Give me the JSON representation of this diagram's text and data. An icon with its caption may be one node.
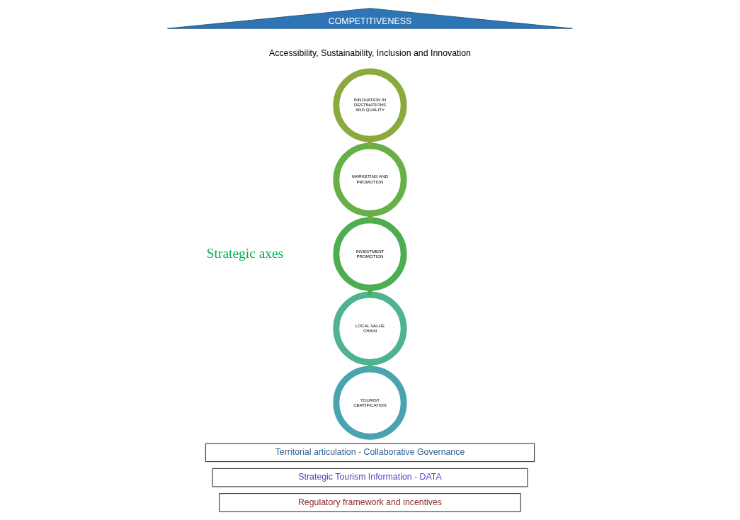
{
  "diagram": {
    "nodes": [
      {
        "text": [
          "COMPETITIVENESS"
        ]
      },
      {
        "text": [
          "INNOVATION IN DESTINATIONS AND QUALITY"
        ]
      },
      {
        "text": [
          "MARKETING AND PROMOTION"
        ]
      },
      {
        "text": [
          "INVESTMENT PROMOTION"
        ]
      },
      {
        "text": [
          "LOCAL VALUE CHAIN"
        ]
      },
      {
        "text": [
          "TOURIST CERTIFICATION"
        ]
      },
      {
        "text": [
          "Territorial articulation - Collaborative Governance"
        ]
      },
      {
        "text": [
          "Strategic Tourism Information - DATA"
        ]
      },
      {
        "text": [
          "Regulatory framework and incentives"
        ]
      }
    ],
    "edges": [
      {
        "from": 1,
        "to": 2,
        "arrow": "to",
        "color": "#8aaa3c"
      },
      {
        "from": 2,
        "to": 3,
        "arrow": "to",
        "color": "#66b047"
      },
      {
        "from": 3,
        "to": 4,
        "arrow": "to",
        "color": "#4cae50"
      },
      {
        "from": 4,
        "to": 5,
        "arrow": "to",
        "color": "#4fb38e"
      }
    ],
    "labels": [
      "Accessibility, Sustainability, Inclusion and Innovation",
      "Strategic axes"
    ]
  }
}
